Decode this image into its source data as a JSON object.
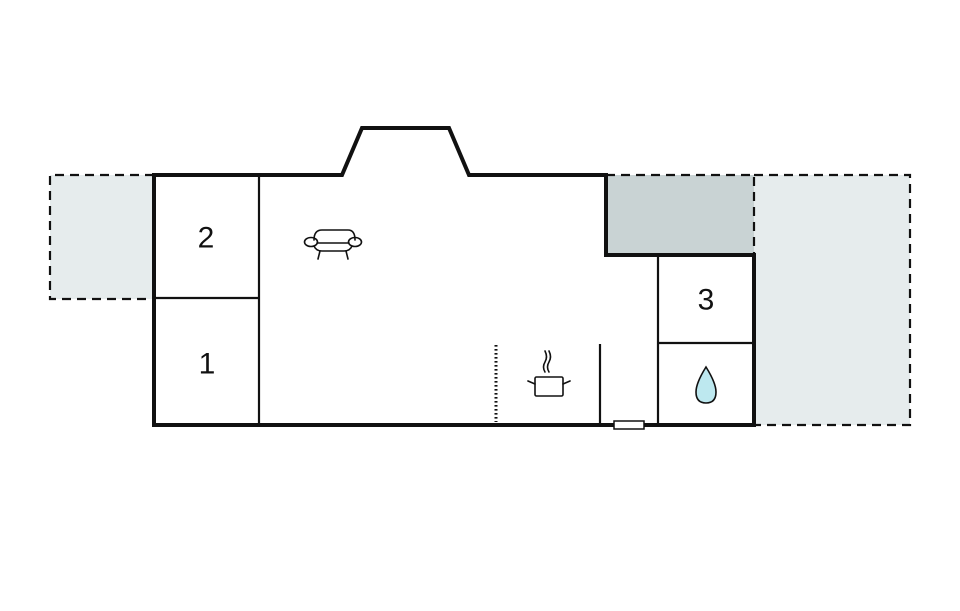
{
  "diagram": {
    "type": "floor-plan",
    "colors": {
      "terrace": "#e6eced",
      "covered_area": "#c9d3d4",
      "wall": "#111111",
      "water_drop": "#bde8ef",
      "background": "#ffffff"
    },
    "rooms": [
      {
        "id": "room-1",
        "label": "1",
        "kind": "bedroom"
      },
      {
        "id": "room-2",
        "label": "2",
        "kind": "bedroom"
      },
      {
        "id": "room-3",
        "label": "3",
        "kind": "bedroom"
      }
    ],
    "icons": [
      {
        "name": "armchair-icon",
        "room": "living-room"
      },
      {
        "name": "cooking-pot-icon",
        "room": "kitchen"
      },
      {
        "name": "water-drop-icon",
        "room": "bathroom"
      }
    ],
    "areas": [
      {
        "name": "left-terrace",
        "style": "dashed"
      },
      {
        "name": "right-terrace",
        "style": "dashed"
      },
      {
        "name": "covered-area",
        "style": "shaded"
      }
    ]
  }
}
